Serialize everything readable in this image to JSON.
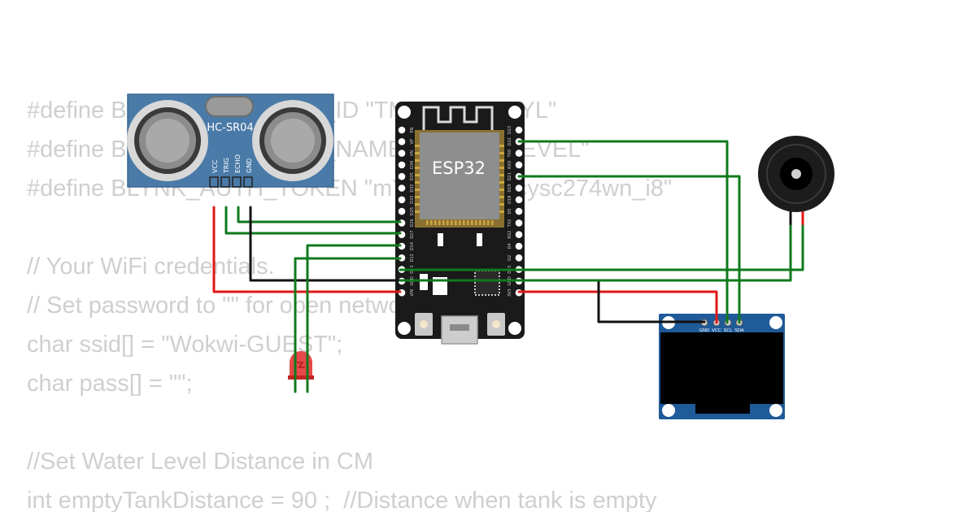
{
  "sketch_code": {
    "lines": [
      "#define BLYNK_TEMPLATE_ID \"TMPL1AUvxgYL\"",
      "#define BLYNK_TEMPLATE_NAME \"WATER LEVEL\"",
      "#define BLYNK_AUTH_TOKEN \"mYkypMJqngcysc274wn_i8\"",
      "",
      "// Your WiFi credentials.",
      "// Set password to \"\" for open networks.",
      "char ssid[] = \"Wokwi-GUEST\";",
      "char pass[] = \"\";",
      "",
      "//Set Water Level Distance in CM",
      "int emptyTankDistance = 90 ;  //Distance when tank is empty"
    ]
  },
  "components": {
    "ultrasonic": {
      "model": "HC-SR04",
      "pins": [
        "VCC",
        "TRIG",
        "ECHO",
        "GND"
      ]
    },
    "esp32": {
      "model": "ESP32",
      "left_pins": [
        "EN",
        "VP",
        "VN",
        "D34",
        "D35",
        "D32",
        "D33",
        "D25",
        "D26",
        "D27",
        "D14",
        "D12",
        "D13",
        "GND",
        "VIN"
      ],
      "right_pins": [
        "D23",
        "D22",
        "TX0",
        "RX0",
        "D21",
        "D19",
        "D18",
        "D5",
        "TX2",
        "RX2",
        "D4",
        "D2",
        "D15",
        "GND",
        "3V3"
      ]
    },
    "oled": {
      "pins": [
        "GND",
        "VCC",
        "SCL",
        "SDA"
      ]
    },
    "buzzer": {},
    "led": {
      "color": "red"
    }
  },
  "colors": {
    "wire_green": "#0f7a1c",
    "wire_red": "#e01717",
    "wire_black": "#111111",
    "sensor_blue": "#4a7aa8",
    "oled_blue": "#1f5a99",
    "esp_board": "#1a1a1a"
  }
}
